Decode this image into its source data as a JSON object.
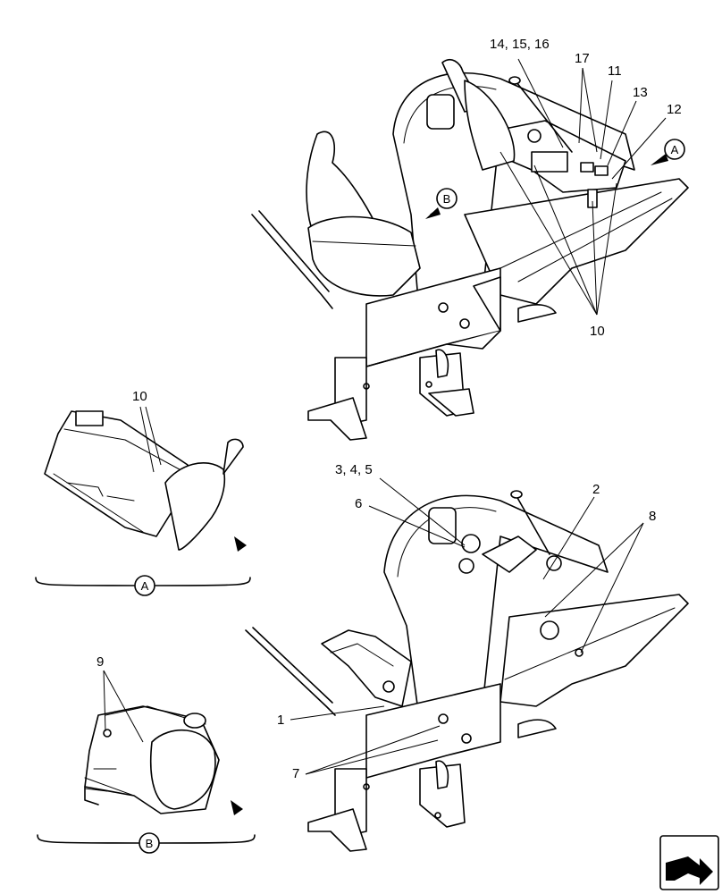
{
  "callouts": {
    "c14_15_16": "14, 15, 16",
    "c17": "17",
    "c11": "11",
    "c13": "13",
    "c12": "12",
    "c10_top": "10",
    "c10_a": "10",
    "c3_4_5": "3, 4, 5",
    "c6": "6",
    "c2": "2",
    "c8": "8",
    "c9": "9",
    "c1": "1",
    "c7": "7"
  },
  "views": {
    "a_marker": "A",
    "b_marker": "B",
    "a_caption": "A",
    "b_caption": "B"
  }
}
